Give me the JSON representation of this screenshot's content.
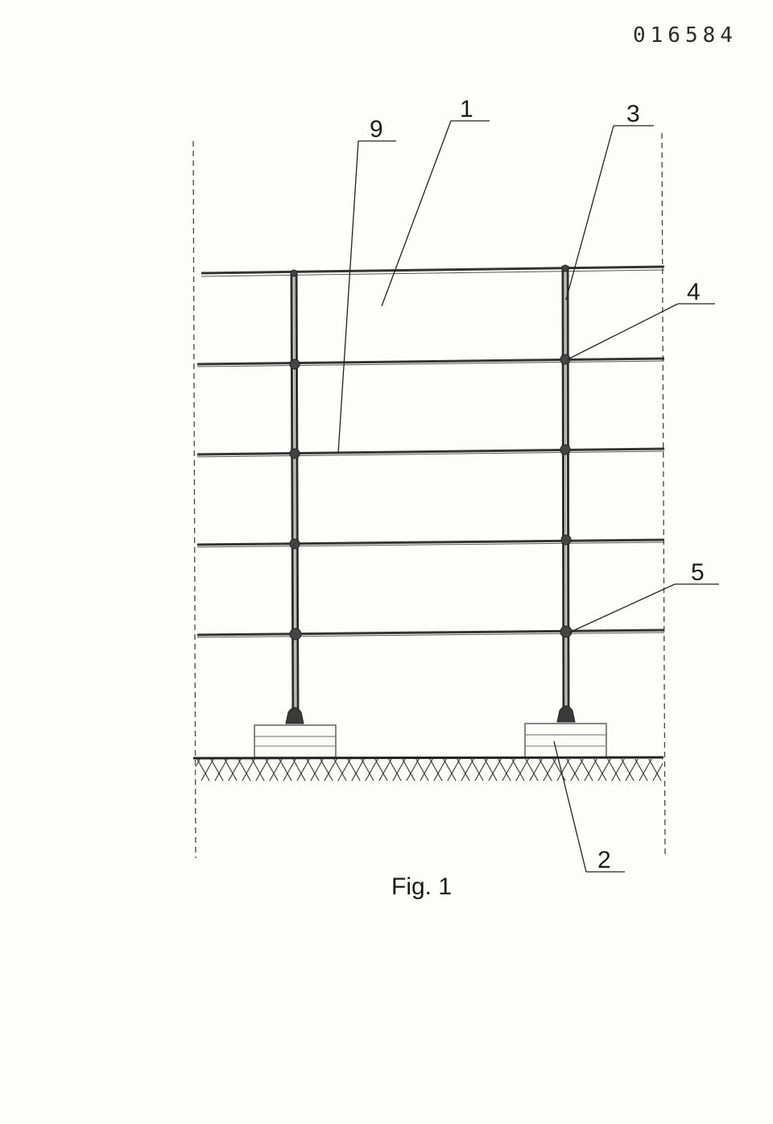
{
  "document": {
    "number": "016584"
  },
  "figure": {
    "caption": "Fig. 1",
    "reference_labels": [
      {
        "id": "1",
        "text": "1"
      },
      {
        "id": "2",
        "text": "2"
      },
      {
        "id": "3",
        "text": "3"
      },
      {
        "id": "4",
        "text": "4"
      },
      {
        "id": "5",
        "text": "5"
      },
      {
        "id": "9",
        "text": "9"
      }
    ]
  }
}
